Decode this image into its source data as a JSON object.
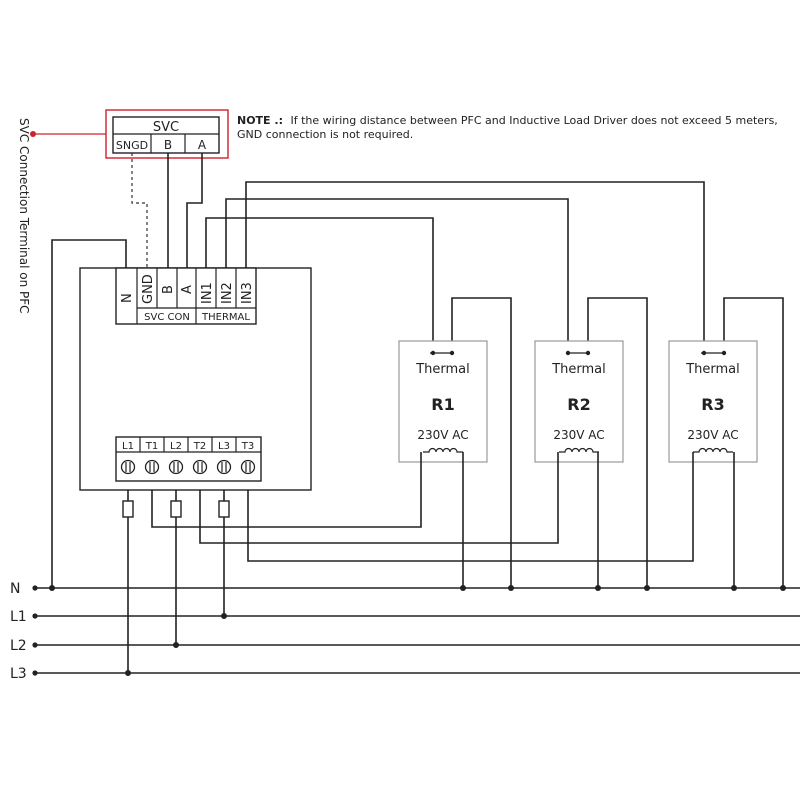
{
  "svc_box": {
    "title": "SVC",
    "terminals": [
      "SNGD",
      "B",
      "A"
    ],
    "side_label": "SVC Connection Terminal on PFC",
    "accent_color": "#d0202e"
  },
  "note": {
    "label": "NOTE .:",
    "line1": "If the wiring distance between PFC and Inductive Load Driver does not exceed 5 meters,",
    "line2": "GND connection is not required."
  },
  "driver": {
    "top_terminals": [
      "N",
      "GND",
      "B",
      "A",
      "IN1",
      "IN2",
      "IN3"
    ],
    "group_svc": "SVC CON",
    "group_thermal": "THERMAL",
    "bottom_terminals": [
      "L1",
      "T1",
      "L2",
      "T2",
      "L3",
      "T3"
    ]
  },
  "relays": [
    {
      "type": "Thermal",
      "name": "R1",
      "voltage": "230V AC"
    },
    {
      "type": "Thermal",
      "name": "R2",
      "voltage": "230V AC"
    },
    {
      "type": "Thermal",
      "name": "R3",
      "voltage": "230V AC"
    }
  ],
  "lines": [
    "N",
    "L1",
    "L2",
    "L3"
  ]
}
